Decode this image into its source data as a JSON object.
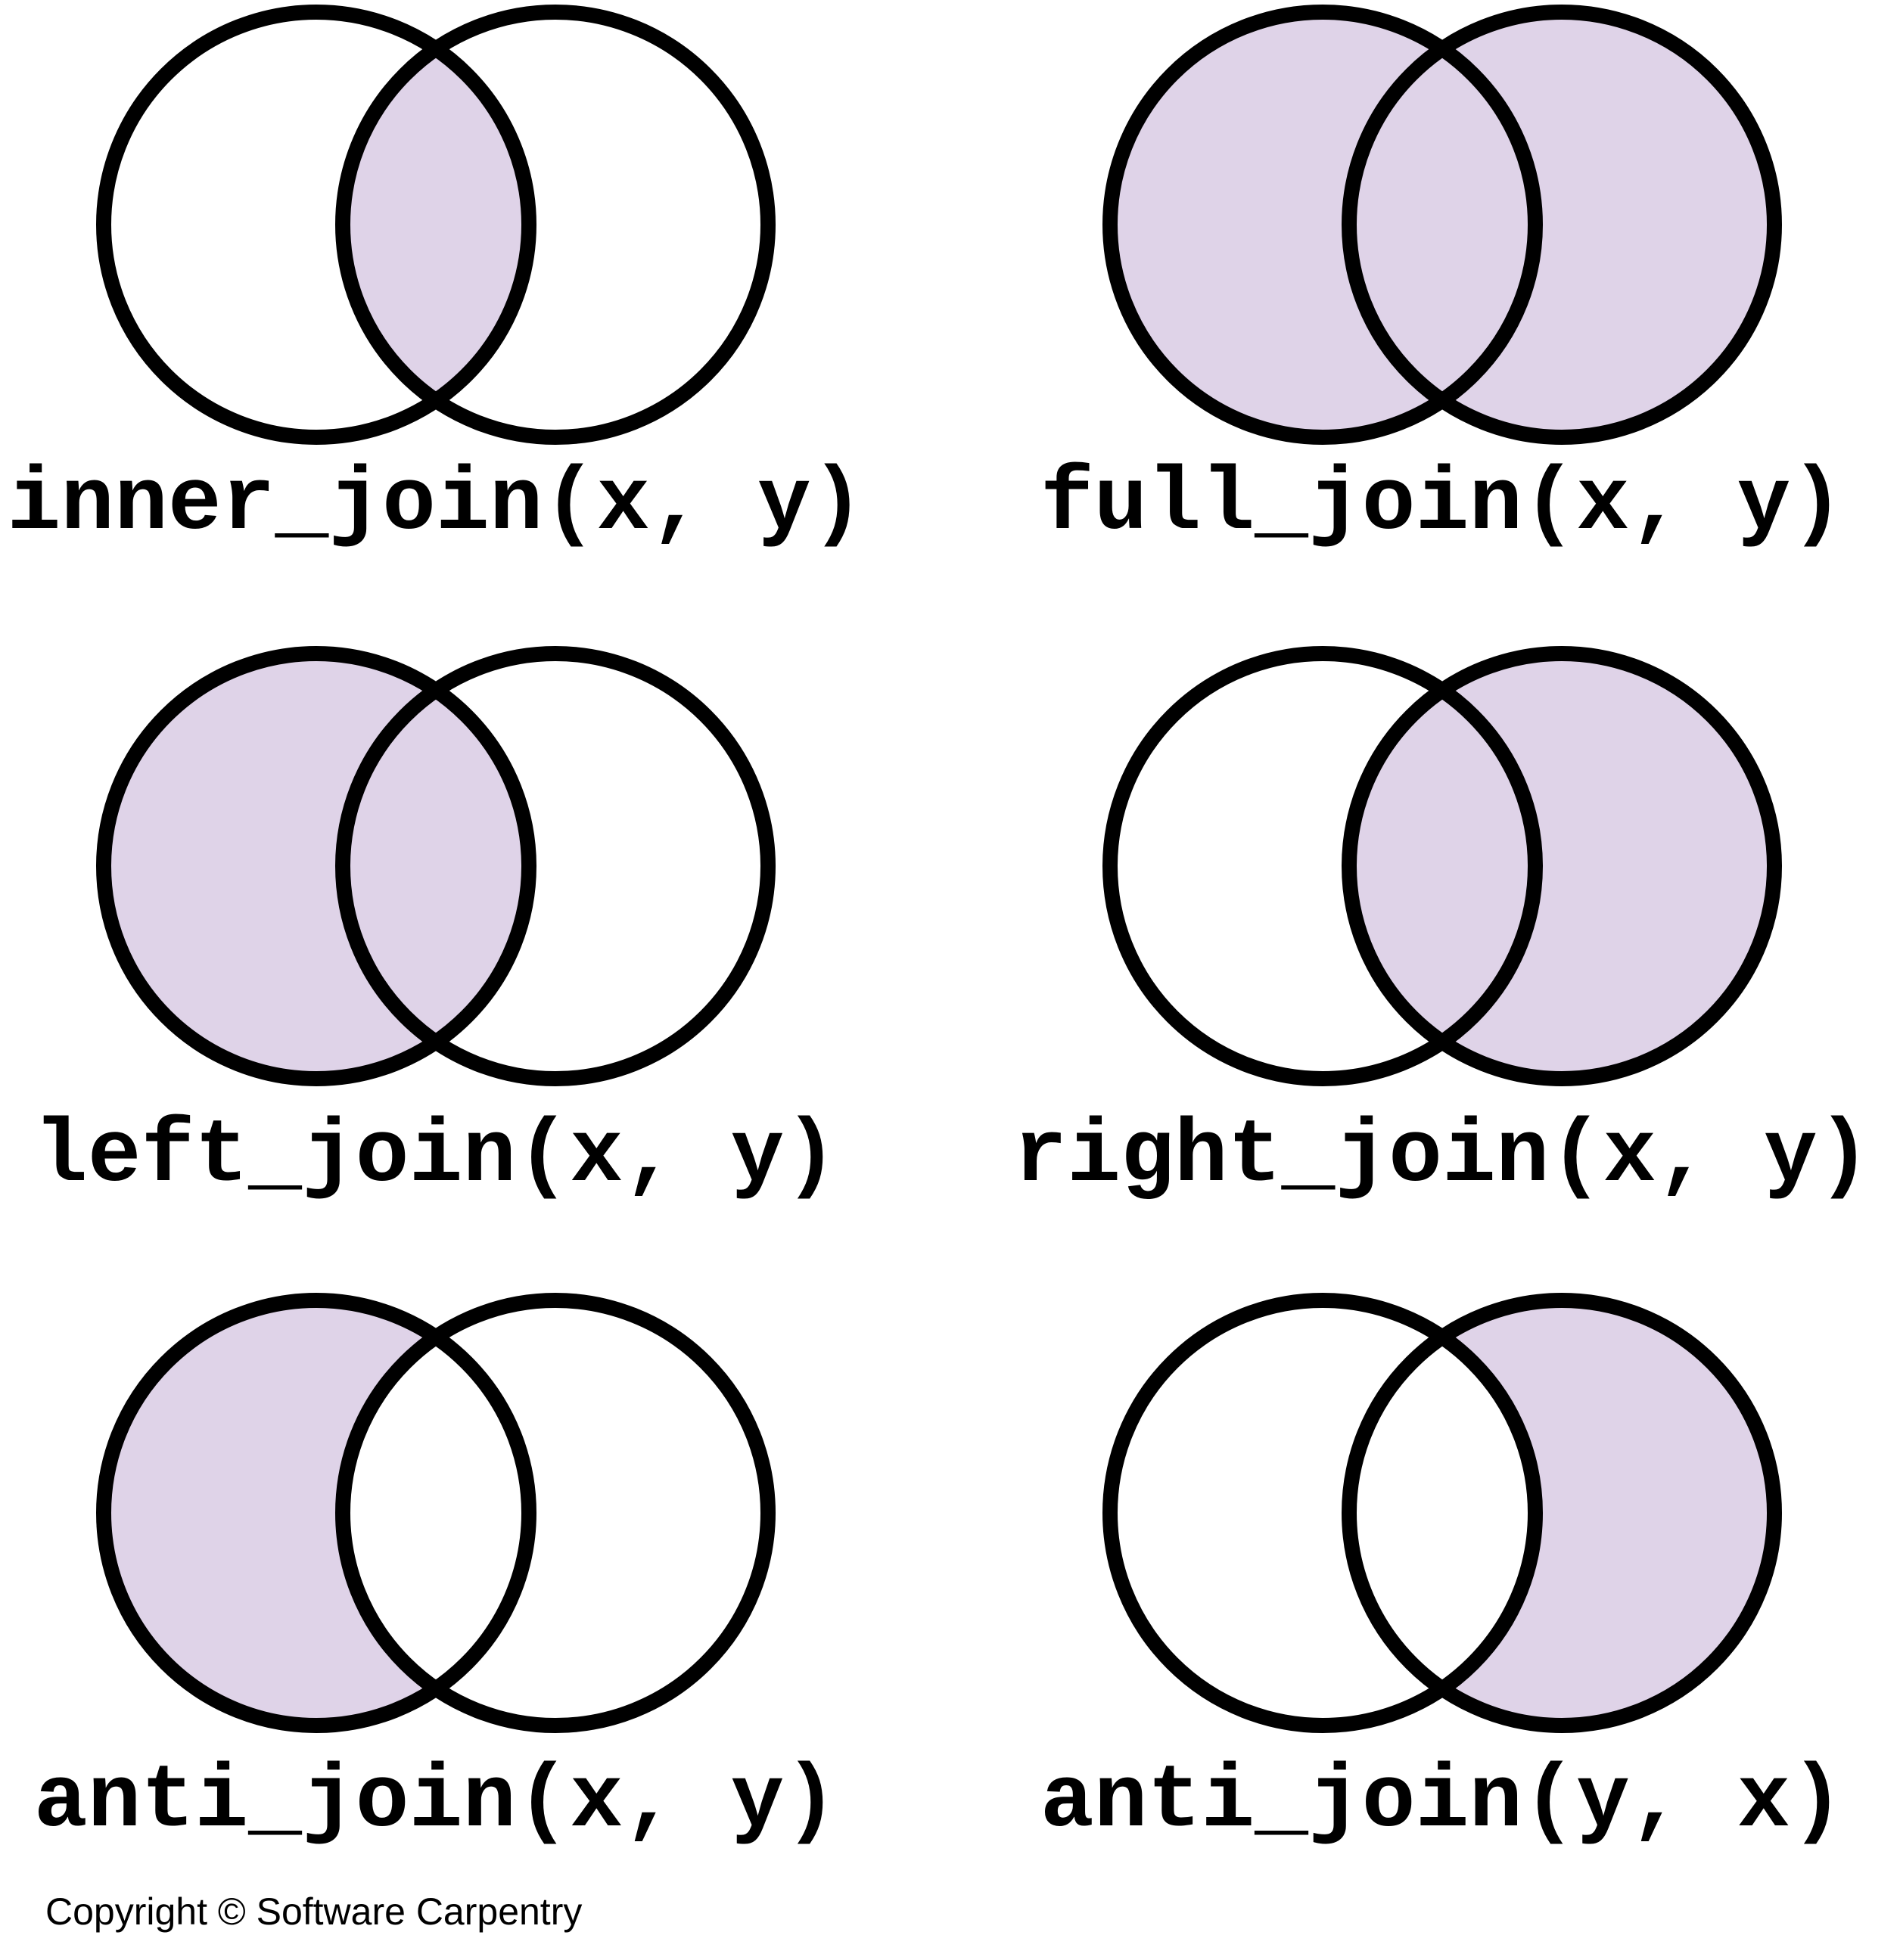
{
  "diagram": {
    "title": "dplyr join types (Venn diagrams)",
    "fill_color": "#DFD3E8",
    "stroke_color": "#000000",
    "background": "#FFFFFF",
    "panels": [
      {
        "id": "inner",
        "label": "inner_join(x, y)",
        "shaded": [
          "intersection"
        ],
        "row": 1,
        "col": 1
      },
      {
        "id": "full",
        "label": "full_join(x, y)",
        "shaded": [
          "x_only",
          "intersection",
          "y_only"
        ],
        "row": 1,
        "col": 2
      },
      {
        "id": "left",
        "label": "left_join(x, y)",
        "shaded": [
          "x_only",
          "intersection"
        ],
        "row": 2,
        "col": 1
      },
      {
        "id": "right",
        "label": "right_join(x, y)",
        "shaded": [
          "intersection",
          "y_only"
        ],
        "row": 2,
        "col": 2
      },
      {
        "id": "anti-xy",
        "label": "anti_join(x, y)",
        "shaded": [
          "x_only"
        ],
        "row": 3,
        "col": 1
      },
      {
        "id": "anti-yx",
        "label": "anti_join(y, x)",
        "shaded": [
          "y_only"
        ],
        "row": 3,
        "col": 2
      }
    ]
  },
  "footer": {
    "copyright": "Copyright © Software Carpentry"
  }
}
